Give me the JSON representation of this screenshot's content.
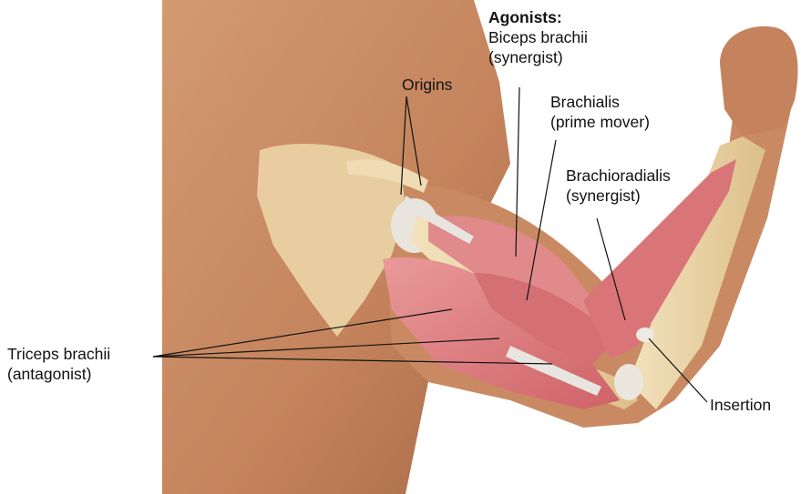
{
  "labels": {
    "agonists_heading": "Agonists:",
    "biceps_line1": "Biceps brachii",
    "biceps_line2": "(synergist)",
    "origins": "Origins",
    "brachialis_line1": "Brachialis",
    "brachialis_line2": "(prime mover)",
    "brachioradialis_line1": "Brachioradialis",
    "brachioradialis_line2": "(synergist)",
    "triceps_line1": "Triceps brachii",
    "triceps_line2": "(antagonist)",
    "insertion": "Insertion"
  },
  "colors": {
    "skin": "#c98a63",
    "skin_shadow": "#a8694a",
    "bone": "#ecd6a8",
    "muscle": "#d9767a",
    "muscle_light": "#eba0a0",
    "tendon": "#e6e2dc",
    "leader_line": "#111111"
  }
}
